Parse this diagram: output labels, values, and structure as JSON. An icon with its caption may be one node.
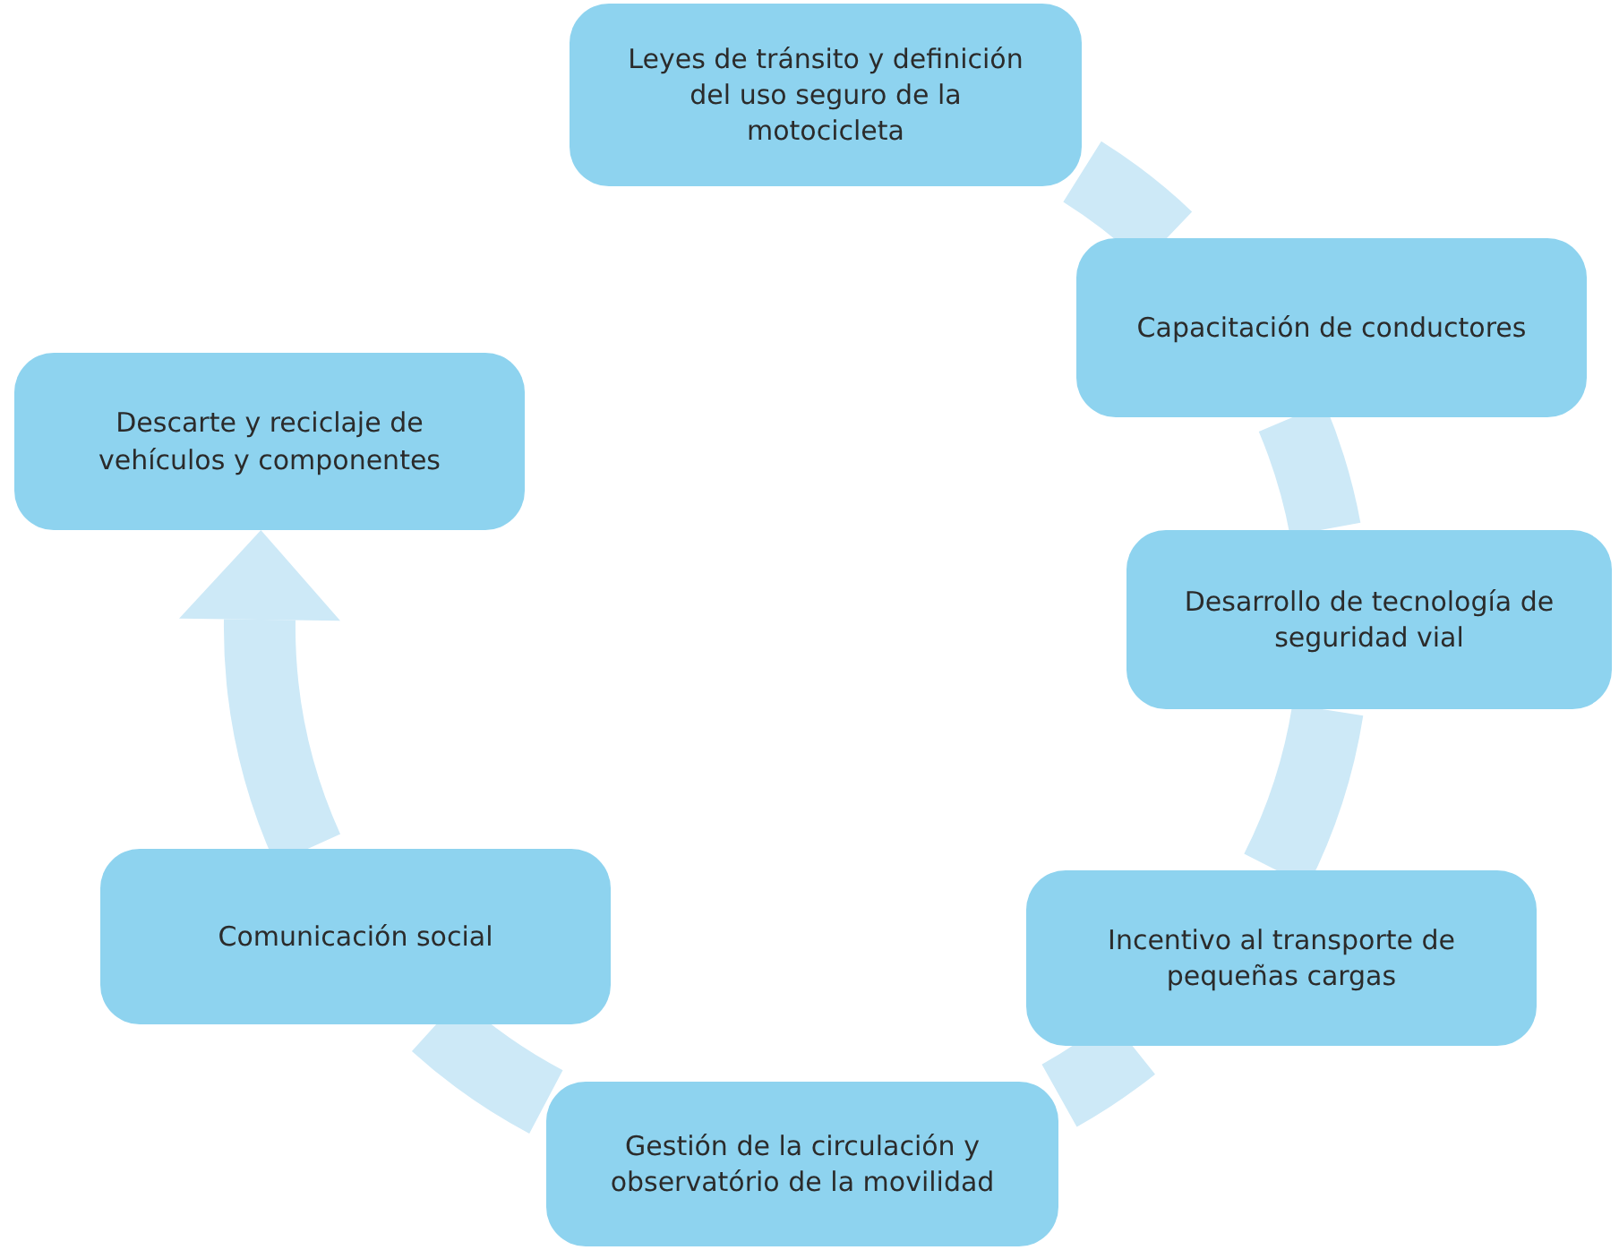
{
  "diagram": {
    "nodes": [
      {
        "text": [
          "Leyes de tránsito y definición del uso seguro de la motocicleta"
        ]
      },
      {
        "text": [
          "Capacitación de conductores"
        ]
      },
      {
        "text": [
          "Desarrollo de tecnología de seguridad vial"
        ]
      },
      {
        "text": [
          "Incentivo al transporte de pequeñas cargas"
        ]
      },
      {
        "text": [
          "Gestión de la circulación y observatório de la movilidad"
        ]
      },
      {
        "text": [
          "Comunicación social"
        ]
      },
      {
        "text": [
          "Descarte y reciclaje de vehículos y componentes"
        ]
      }
    ],
    "edges": [
      {
        "from": 0,
        "to": 1,
        "arrow": "none"
      },
      {
        "from": 1,
        "to": 2,
        "arrow": "none"
      },
      {
        "from": 2,
        "to": 3,
        "arrow": "none"
      },
      {
        "from": 3,
        "to": 4,
        "arrow": "none"
      },
      {
        "from": 4,
        "to": 5,
        "arrow": "none"
      },
      {
        "from": 5,
        "to": 6,
        "arrow": "to"
      }
    ]
  }
}
